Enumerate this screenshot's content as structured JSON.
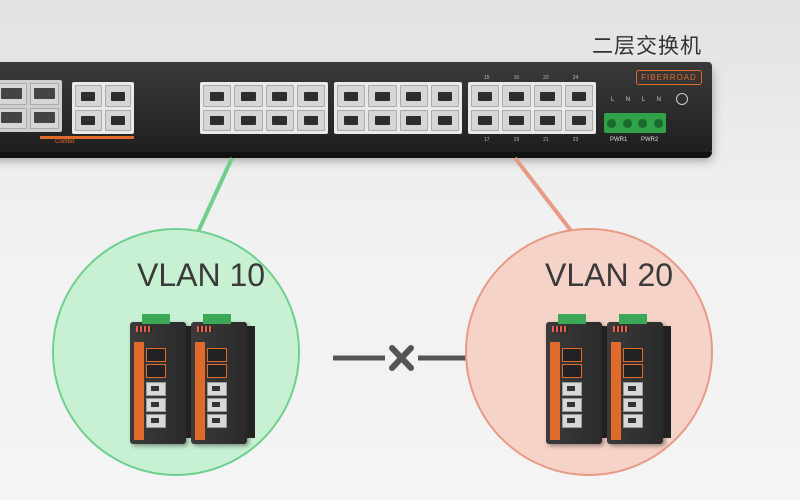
{
  "title": "二层交换机",
  "switch": {
    "brand": "FIBERROAD",
    "combo_label": "Combo",
    "power_labels": [
      "PWR1",
      "PWR2"
    ],
    "terminal_letters": "L N L N",
    "port_numbers_top_right": [
      "15",
      "16",
      "22",
      "24"
    ],
    "port_numbers_bottom_right": [
      "17",
      "19",
      "21",
      "23"
    ]
  },
  "vlans": [
    {
      "label": "VLAN 10",
      "color": "#6fd08e",
      "fill": "#c8f0d2"
    },
    {
      "label": "VLAN 20",
      "color": "#e79a86",
      "fill": "#f6d3c8"
    }
  ],
  "connection": {
    "blocked": true,
    "symbol": "x-icon"
  }
}
